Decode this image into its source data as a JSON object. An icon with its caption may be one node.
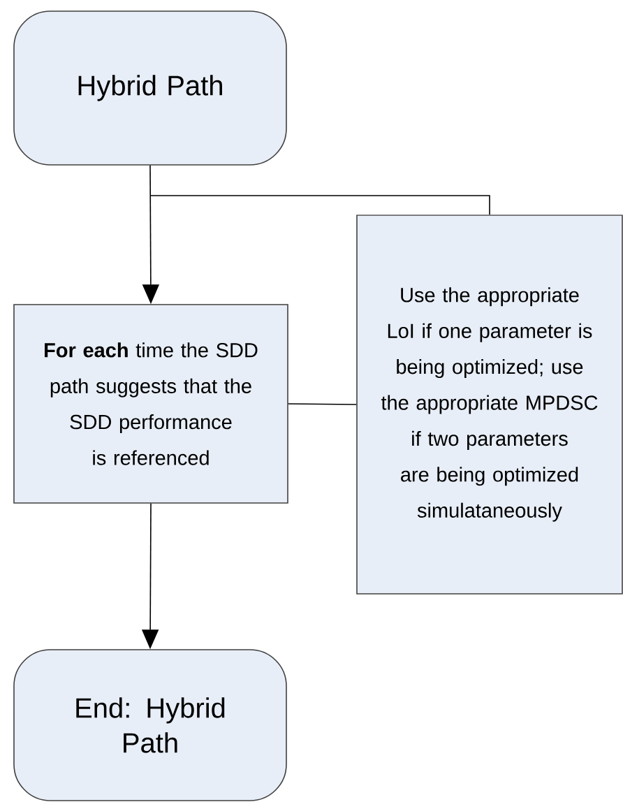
{
  "diagram": {
    "nodes": [
      {
        "text": [
          "Hybrid Path"
        ]
      },
      {
        "text": [
          "**For each** time the SDD path suggests that the SDD performance is referenced"
        ]
      },
      {
        "text": [
          "Use the appropriate LoI if one parameter is being optimized; use the appropriate MPDSC if two parameters are being optimized simulataneously"
        ]
      },
      {
        "text": [
          "End: Hybrid Path"
        ]
      }
    ],
    "edges": [
      {
        "from": 0,
        "to": 1,
        "arrow": "to"
      },
      {
        "from": 1,
        "to": 3,
        "arrow": "to"
      },
      {
        "from": 2,
        "to": 1,
        "arrow": "none"
      },
      {
        "from": 2,
        "to": null,
        "arrow": "none"
      }
    ]
  }
}
